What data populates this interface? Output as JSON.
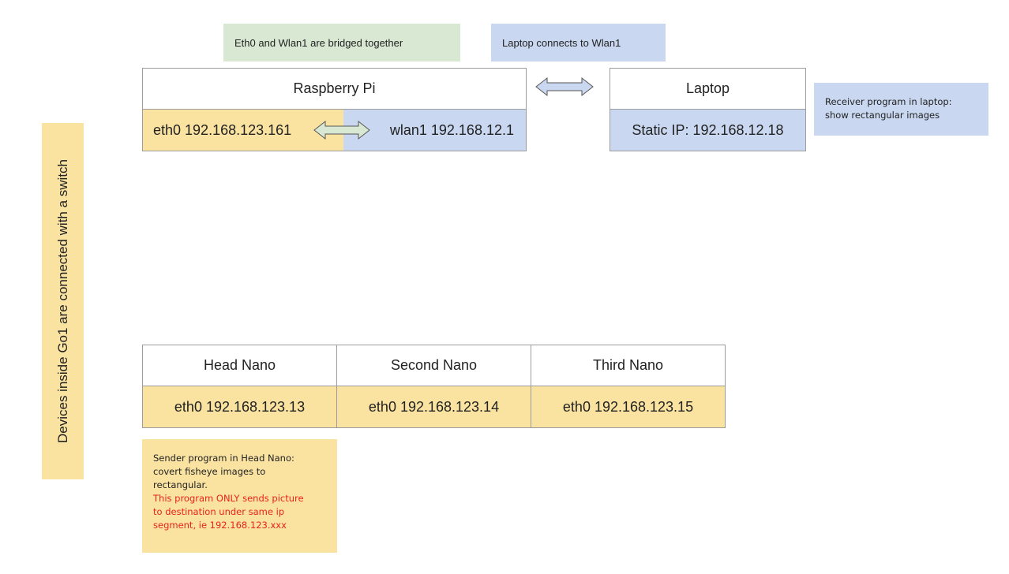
{
  "notes": {
    "bridge": "Eth0 and Wlan1 are bridged together",
    "laptop_connect": "Laptop connects to Wlan1",
    "receiver": [
      "Receiver program in laptop:",
      "show rectangular images"
    ],
    "go1_switch": "Devices inside Go1 are connected with a switch",
    "sender": [
      "Sender program in Head Nano:",
      "covert fisheye images to",
      "rectangular."
    ],
    "sender_warning": [
      "This program ONLY sends picture",
      "to destination under same ip",
      "segment, ie 192.168.123.xxx"
    ]
  },
  "raspberry_pi": {
    "title": "Raspberry Pi",
    "eth0": "eth0 192.168.123.161",
    "wlan1": "wlan1 192.168.12.1"
  },
  "laptop": {
    "title": "Laptop",
    "ip": "Static IP: 192.168.12.18"
  },
  "nanos": [
    {
      "title": "Head Nano",
      "ip": "eth0 192.168.123.13"
    },
    {
      "title": "Second Nano",
      "ip": "eth0 192.168.123.14"
    },
    {
      "title": "Third Nano",
      "ip": "eth0 192.168.123.15"
    }
  ],
  "colors": {
    "green_note": "#d9e8d3",
    "blue_note": "#c9d8f0",
    "yellow_note": "#fae3a1",
    "arrow_fill_blue": "#c9d8f0",
    "arrow_fill_green": "#d9e8d3",
    "warning_text": "#e8231b"
  }
}
